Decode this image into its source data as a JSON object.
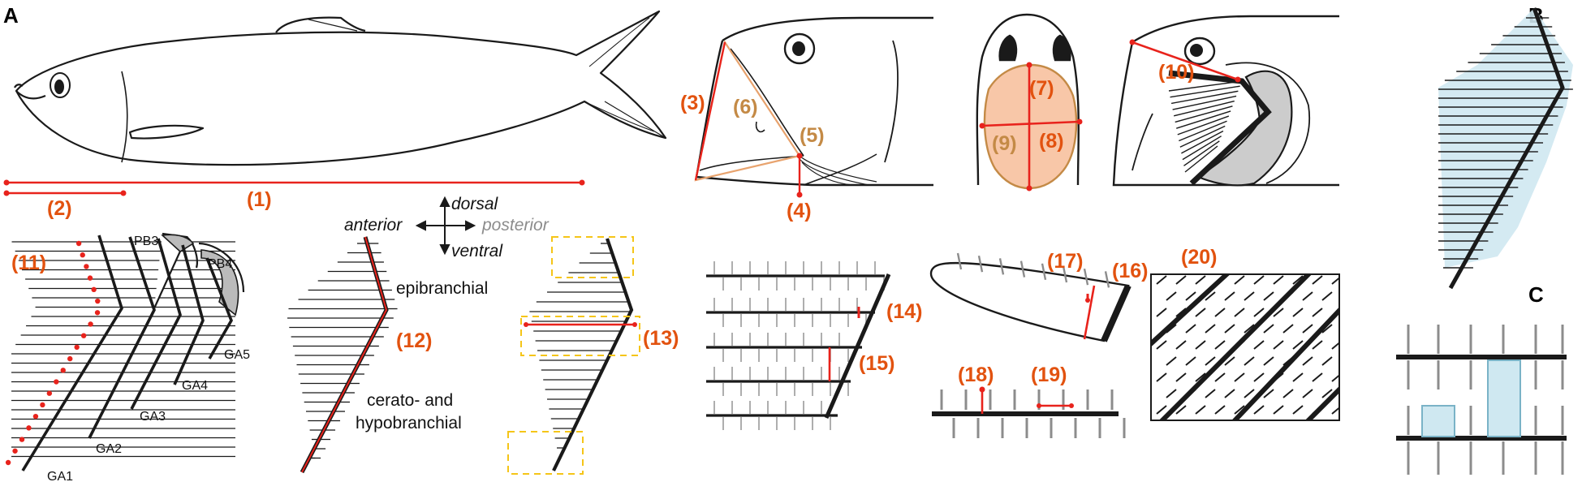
{
  "panels": {
    "a": "A",
    "b": "B",
    "c": "C"
  },
  "measures": {
    "m1": "(1)",
    "m2": "(2)",
    "m3": "(3)",
    "m4": "(4)",
    "m5": "(5)",
    "m6": "(6)",
    "m7": "(7)",
    "m8": "(8)",
    "m9": "(9)",
    "m10": "(10)",
    "m11": "(11)",
    "m12": "(12)",
    "m13": "(13)",
    "m14": "(14)",
    "m15": "(15)",
    "m16": "(16)",
    "m17": "(17)",
    "m18": "(18)",
    "m19": "(19)",
    "m20": "(20)"
  },
  "arches": {
    "pb3": "PB3",
    "pb4": "PB4",
    "ga1": "GA1",
    "ga2": "GA2",
    "ga3": "GA3",
    "ga4": "GA4",
    "ga5": "GA5"
  },
  "orientation": {
    "dorsal": "dorsal",
    "ventral": "ventral",
    "anterior": "anterior",
    "posterior": "posterior"
  },
  "arch_regions": {
    "epi": "epibranchial",
    "cerato_1": "cerato- and",
    "cerato_2": "hypobranchial"
  },
  "colors": {
    "measure_red": "#e8231c",
    "label_orange": "#e2520f",
    "label_tan": "#c48a46",
    "mouth_fill": "#f8c7a8",
    "highlight_box": "#f5c518",
    "pore_fill": "#cfe8f1",
    "grey_raker": "#8c8c8c"
  }
}
